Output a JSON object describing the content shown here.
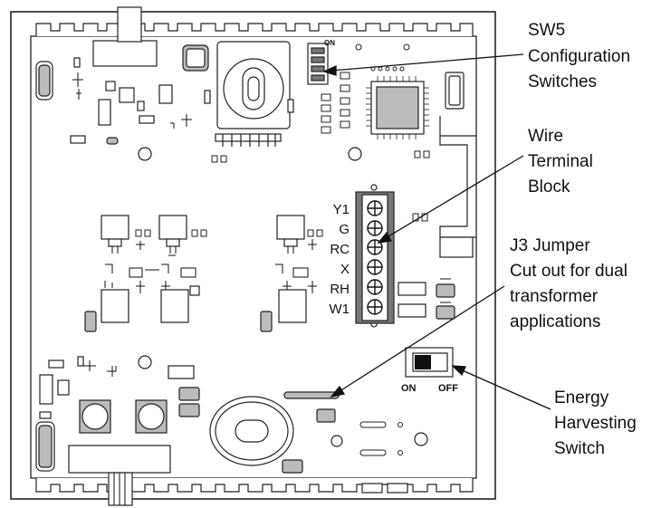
{
  "callouts": {
    "sw5": {
      "line1": "SW5",
      "line2": "Configuration",
      "line3": "Switches"
    },
    "wire": {
      "line1": "Wire",
      "line2": "Terminal",
      "line3": "Block"
    },
    "jumper": {
      "line1": "J3 Jumper",
      "line2": "Cut out for dual",
      "line3": "transformer",
      "line4": "applications"
    },
    "energy": {
      "line1": "Energy",
      "line2": "Harvesting",
      "line3": "Switch"
    }
  },
  "terminals": [
    "Y1",
    "G",
    "RC",
    "X",
    "RH",
    "W1"
  ],
  "dip_label": "ON",
  "switch_labels": {
    "on": "ON",
    "off": "OFF"
  }
}
